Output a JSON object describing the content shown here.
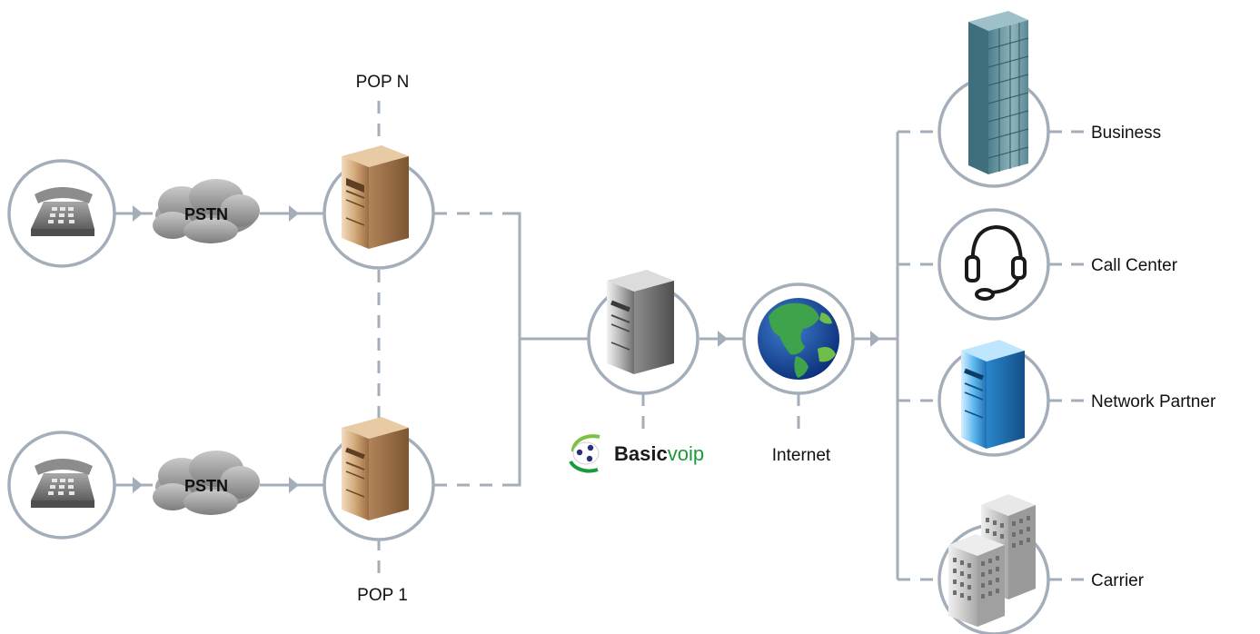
{
  "colors": {
    "connector": "#a3aeba",
    "ring": "#a3aeba",
    "cloud": "#8c8c8c",
    "brand_green": "#1a9a3a",
    "server_pop": "#b88a5c",
    "server_hub": "#8a8a8a",
    "server_partner": "#2a8fd6"
  },
  "pop_labels": {
    "top": "POP N",
    "bottom": "POP 1"
  },
  "clouds": {
    "top": "PSTN",
    "bottom": "PSTN"
  },
  "hub": {
    "brand_bold": "Basic",
    "brand_light": "voip"
  },
  "internet": {
    "label": "Internet"
  },
  "endpoints": [
    {
      "label": "Business",
      "icon": "office-tower-icon"
    },
    {
      "label": "Call Center",
      "icon": "headset-icon"
    },
    {
      "label": "Network Partner",
      "icon": "blue-server-icon"
    },
    {
      "label": "Carrier",
      "icon": "buildings-icon"
    }
  ]
}
